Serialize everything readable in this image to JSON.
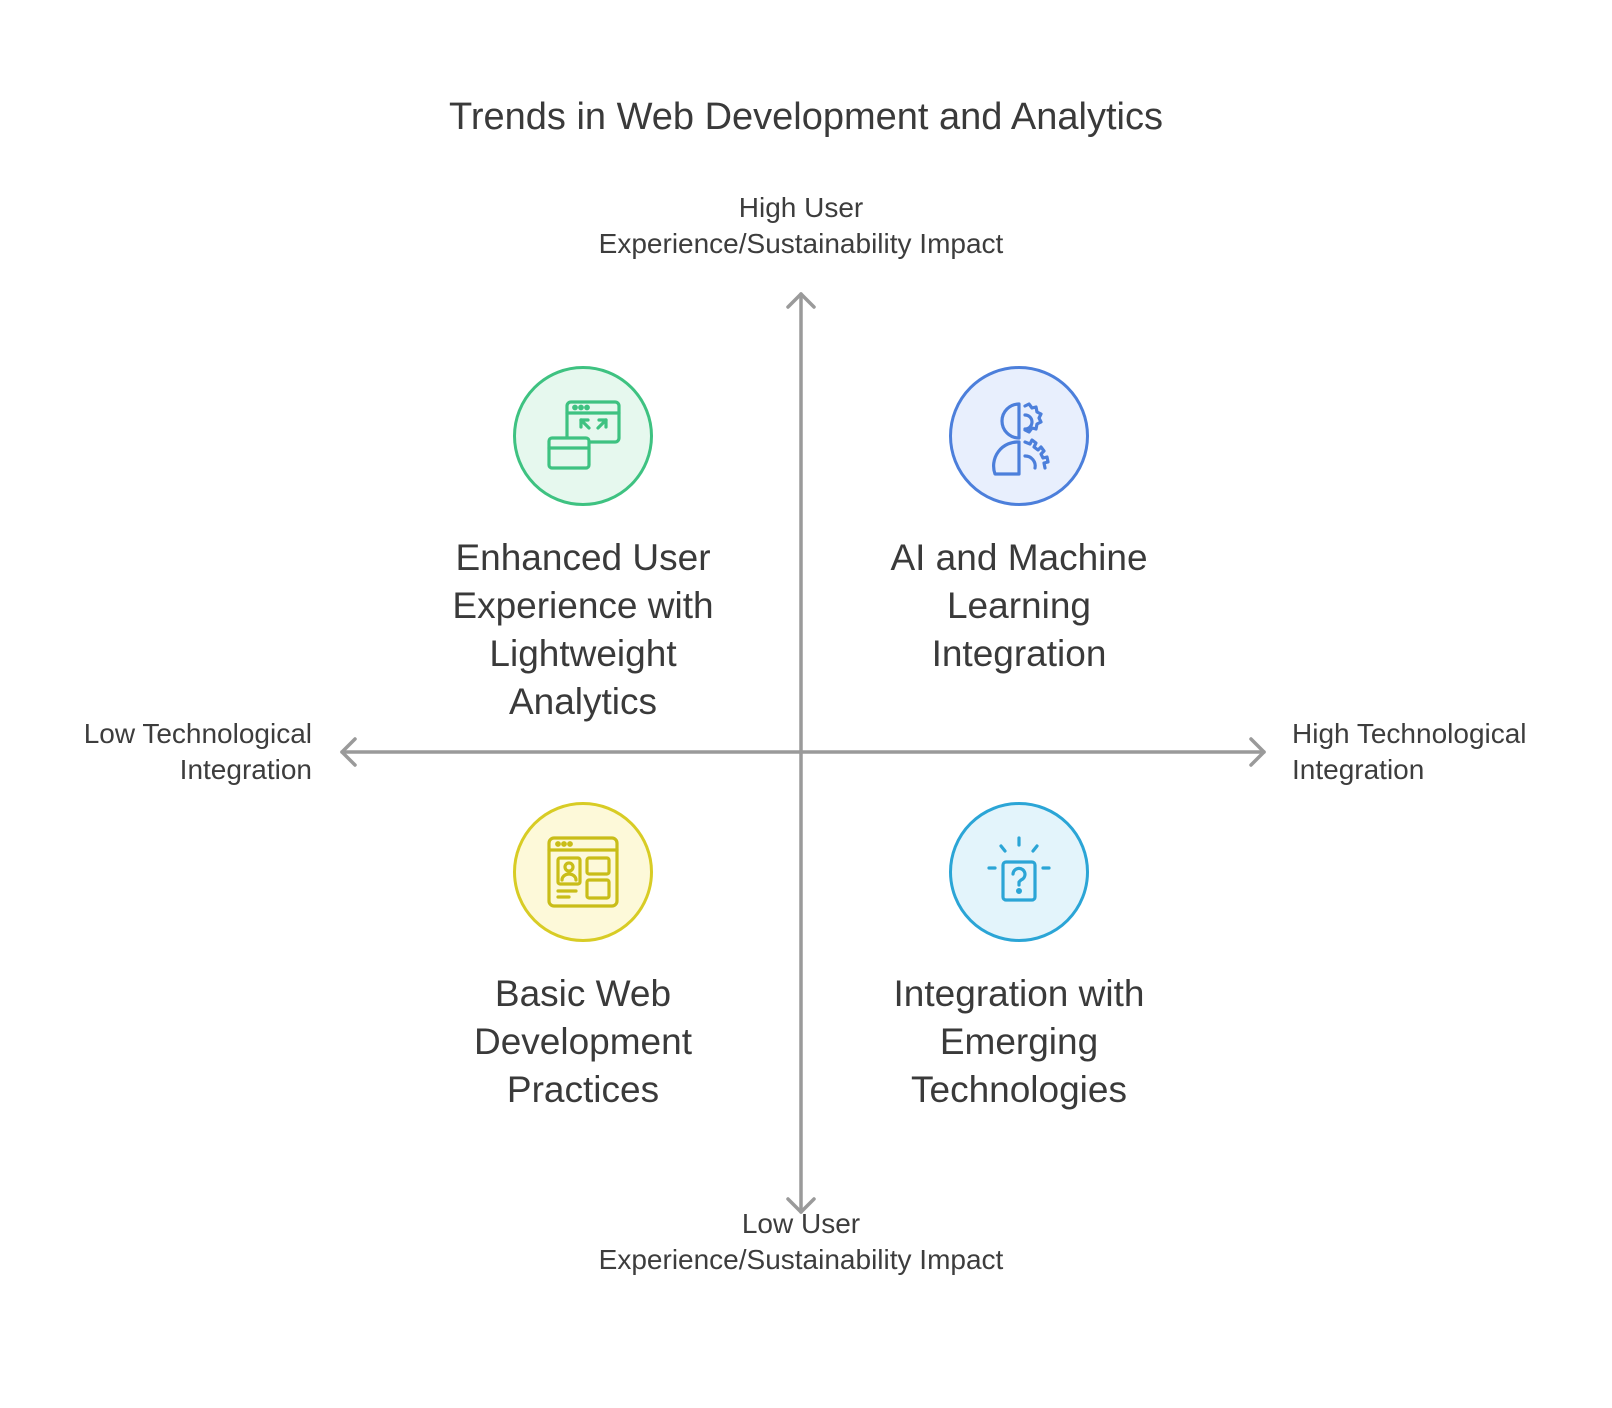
{
  "title": "Trends in Web Development and Analytics",
  "axes": {
    "top": "High User Experience/Sustainability Impact",
    "bottom": "Low User Experience/Sustainability Impact",
    "left": "Low Technological Integration",
    "right": "High Technological Integration"
  },
  "quadrants": [
    {
      "label": "Enhanced User Experience with Lightweight Analytics",
      "icon": "resize-window-icon",
      "color": "#3ec281"
    },
    {
      "label": "AI and Machine Learning Integration",
      "icon": "ai-head-gear-icon",
      "color": "#4c7fdb"
    },
    {
      "label": "Basic Web Development Practices",
      "icon": "web-layout-icon",
      "color": "#d8cc25"
    },
    {
      "label": "Integration with Emerging Technologies",
      "icon": "question-device-icon",
      "color": "#2ba5d6"
    }
  ],
  "colors": {
    "axis": "#9a9a9a",
    "text": "#3a3a3a"
  }
}
